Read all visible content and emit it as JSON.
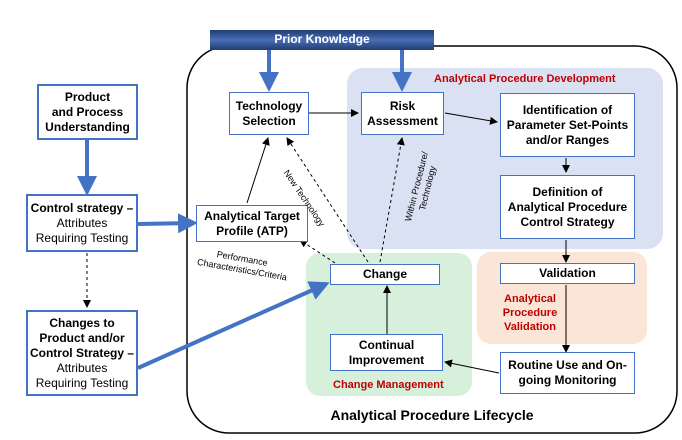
{
  "colors": {
    "blue_border": "#4472c4",
    "arrow_blue": "#4472c4",
    "prior_banner": "#2f4f8f",
    "development_region": "#d9e1f2",
    "validation_region": "#fbe5d6",
    "change_region": "#d6f0dc",
    "red_label": "#c00000"
  },
  "banner": {
    "prior_knowledge": "Prior Knowledge"
  },
  "left": {
    "product_line1": "Product",
    "product_line2": "and Process",
    "product_line3": "Understanding",
    "control_line1": "Control strategy –",
    "control_line2": "Attributes",
    "control_line3": "Requiring Testing",
    "changes_line1": "Changes to",
    "changes_line2": "Product and/or",
    "changes_line3": "Control Strategy –",
    "changes_line4": "Attributes",
    "changes_line5": "Requiring Testing"
  },
  "nodes": {
    "tech_line1": "Technology",
    "tech_line2": "Selection",
    "risk_line1": "Risk",
    "risk_line2": "Assessment",
    "ident_line1": "Identification of",
    "ident_line2": "Parameter Set-Points",
    "ident_line3": "and/or Ranges",
    "defn_line1": "Definition of",
    "defn_line2": "Analytical Procedure",
    "defn_line3": "Control Strategy",
    "atp_line1": "Analytical Target",
    "atp_line2": "Profile (ATP)",
    "change": "Change",
    "validation": "Validation",
    "continual_line1": "Continual",
    "continual_line2": "Improvement",
    "routine_line1": "Routine Use and On-",
    "routine_line2": "going Monitoring"
  },
  "regions": {
    "development": "Analytical Procedure Development",
    "validation_line1": "Analytical",
    "validation_line2": "Procedure",
    "validation_line3": "Validation",
    "change_management": "Change Management",
    "lifecycle": "Analytical Procedure Lifecycle"
  },
  "annotations": {
    "new_technology": "New Technology",
    "within_line1": "Within Procedure/",
    "within_line2": "Technology",
    "perf_line1": "Performance",
    "perf_line2": "Characteristics/Criteria"
  }
}
